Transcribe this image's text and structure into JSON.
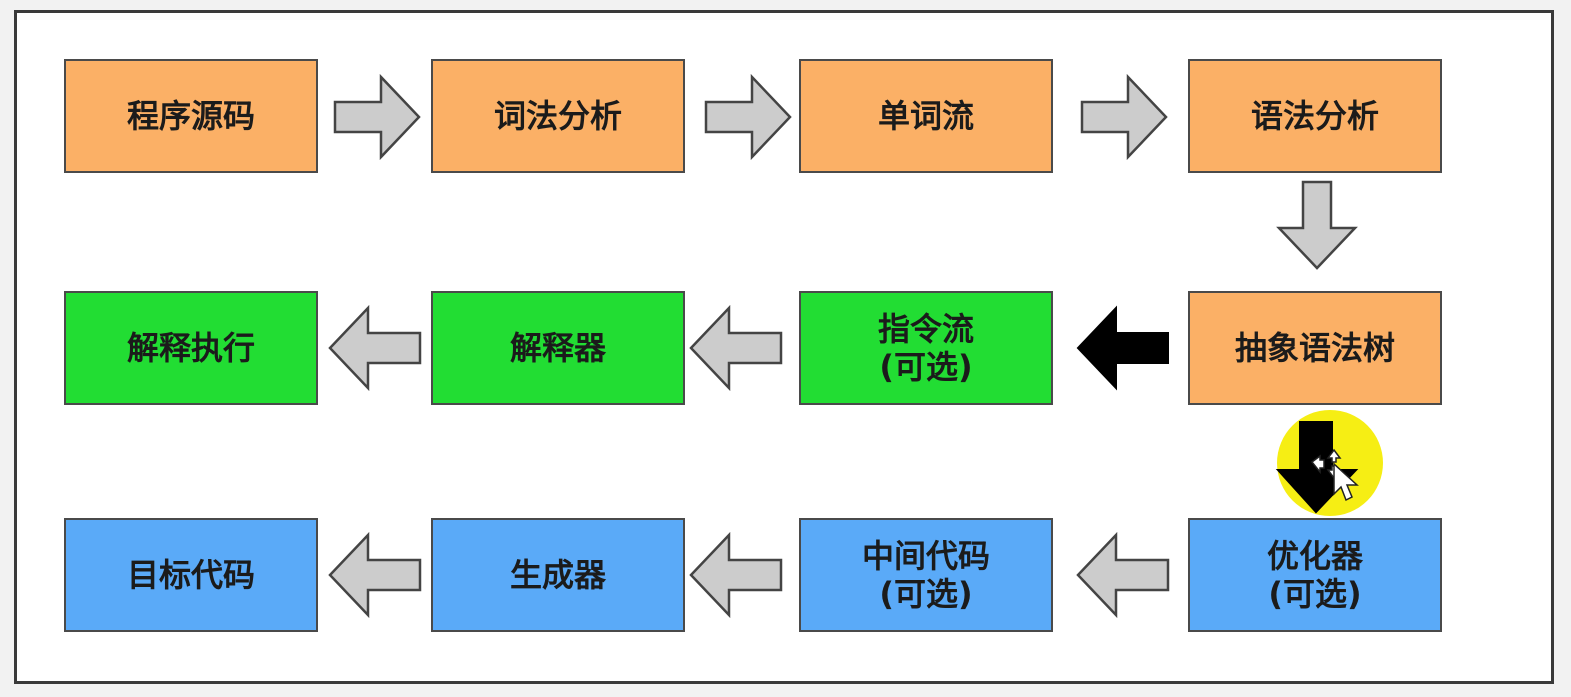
{
  "diagram": {
    "row1": {
      "source_code": "程序源码",
      "lexical_analysis": "词法分析",
      "token_stream": "单词流",
      "syntax_analysis": "语法分析"
    },
    "row2": {
      "ast": "抽象语法树",
      "instruction_stream": {
        "line1": "指令流",
        "line2": "(可选)"
      },
      "interpreter": "解释器",
      "interpret_execute": "解释执行"
    },
    "row3": {
      "optimizer": {
        "line1": "优化器",
        "line2": "(可选)"
      },
      "intermediate_code": {
        "line1": "中间代码",
        "line2": "(可选)"
      },
      "generator": "生成器",
      "target_code": "目标代码"
    },
    "colors": {
      "orange": "#fbb066",
      "green": "#22dd33",
      "blue": "#5aaaf8",
      "arrow_gray": "#cccccc",
      "arrow_black": "#000000",
      "cursor_highlight": "#f6ee14"
    }
  }
}
